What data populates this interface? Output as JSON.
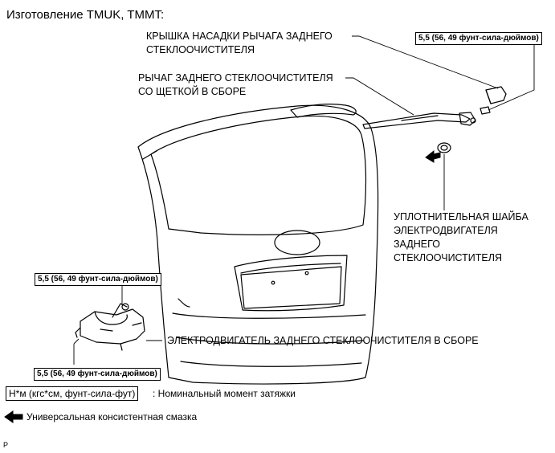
{
  "title": "Изготовление TMUK, TMMT:",
  "labels": {
    "cap": [
      "КРЫШКА НАСАДКИ РЫЧАГА ЗАДНЕГО",
      "СТЕКЛООЧИСТИТЕЛЯ"
    ],
    "arm": [
      "РЫЧАГ ЗАДНЕГО СТЕКЛООЧИСТИТЕЛЯ",
      "СО ЩЕТКОЙ В СБОРЕ"
    ],
    "seal": [
      "УПЛОТНИТЕЛЬНАЯ ШАЙБА",
      "ЭЛЕКТРОДВИГАТЕЛЯ",
      "ЗАДНЕГО",
      "СТЕКЛООЧИСТИТЕЛЯ"
    ],
    "motor": "ЭЛЕКТРОДВИГАТЕЛЬ ЗАДНЕГО СТЕКЛООЧИСТИТЕЛЯ В СБОРЕ"
  },
  "torque": {
    "arm_nut": "5,5 (56, 49 фунт-сила-дюймов)",
    "motor_top": "5,5 (56, 49 фунт-сила-дюймов)",
    "motor_bottom": "5,5 (56, 49 фунт-сила-дюймов)"
  },
  "legend": {
    "torque_unit": "Н*м (кгс*см, фунт-сила-фут)",
    "torque_desc": ": Номинальный момент затяжки",
    "grease_desc": "Универсальная консистентная смазка"
  },
  "corner_mark": "P"
}
